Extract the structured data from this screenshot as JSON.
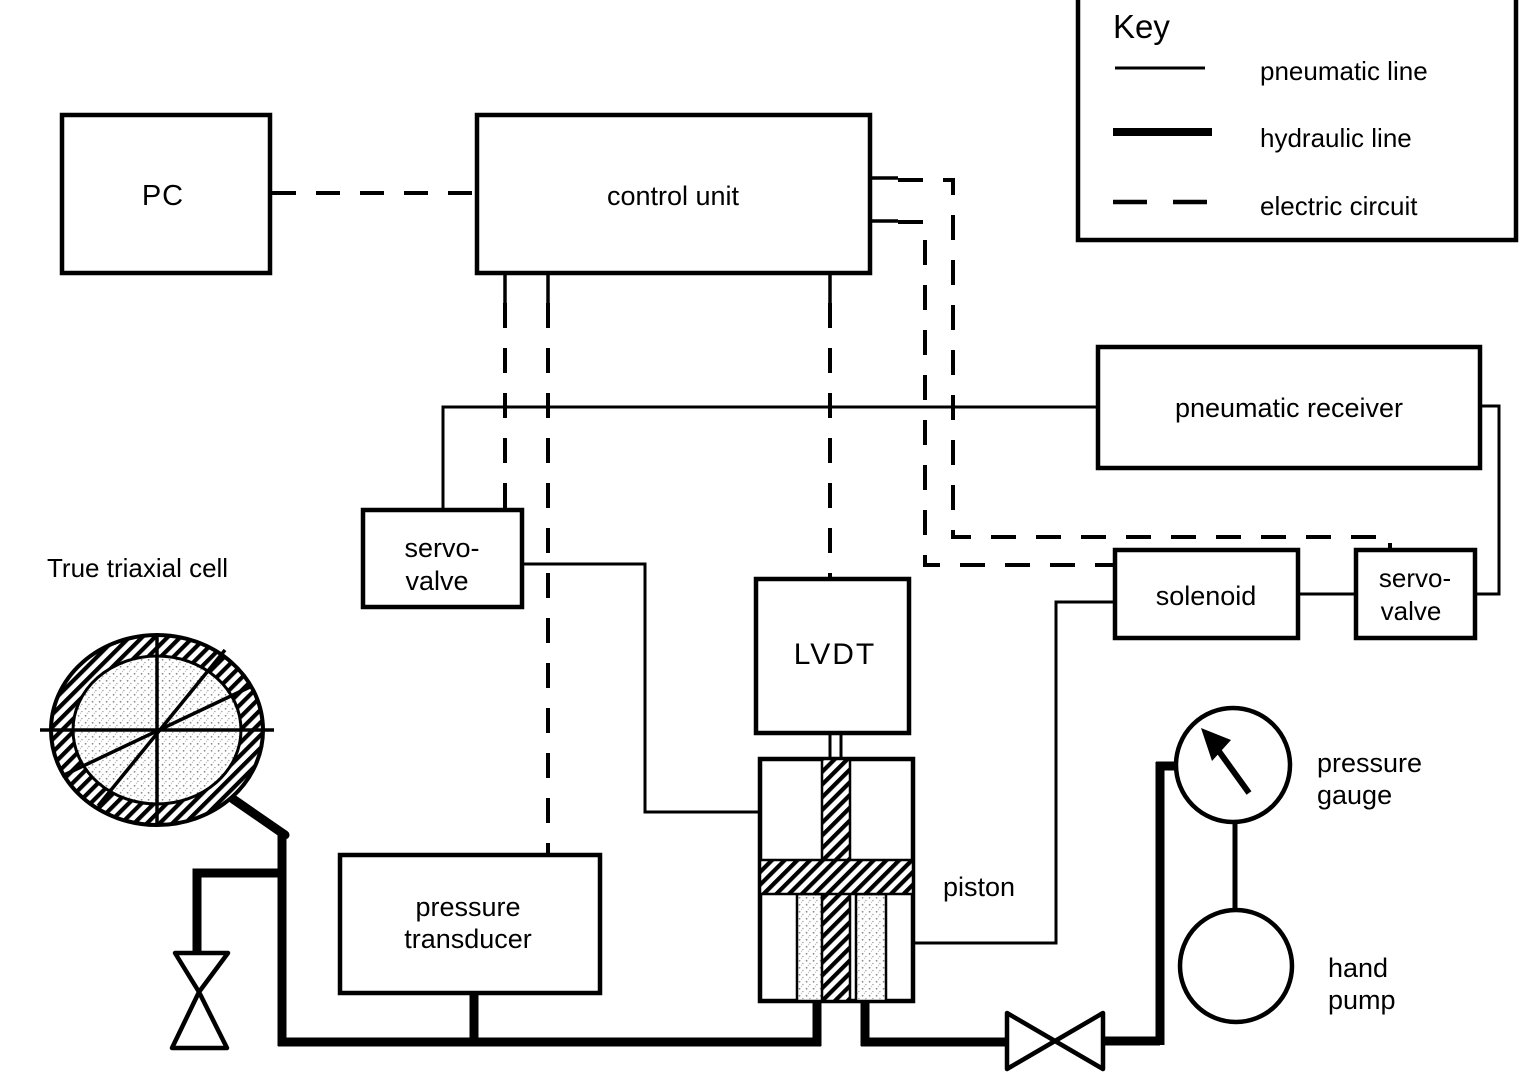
{
  "colors": {
    "ink": "#000000",
    "paper": "#ffffff"
  },
  "nodes": {
    "pc": {
      "label": "PC"
    },
    "control_unit": {
      "label": "control unit"
    },
    "pneumatic_receiver": {
      "label": "pneumatic receiver"
    },
    "servo_valve_left": {
      "label_line1": "servo-",
      "label_line2": "valve"
    },
    "servo_valve_right": {
      "label_line1": "servo-",
      "label_line2": "valve"
    },
    "solenoid": {
      "label": "solenoid"
    },
    "lvdt": {
      "label": "LVDT"
    },
    "pressure_transducer": {
      "label_line1": "pressure",
      "label_line2": "transducer"
    }
  },
  "annotations": {
    "true_triaxial_cell": "True triaxial cell",
    "piston": "piston",
    "pressure_gauge_line1": "pressure",
    "pressure_gauge_line2": "gauge",
    "hand_pump_line1": "hand",
    "hand_pump_line2": "pump"
  },
  "key": {
    "title": "Key",
    "entries": [
      {
        "label": "pneumatic line",
        "line_style": "thin-solid"
      },
      {
        "label": "hydraulic line",
        "line_style": "thick-solid"
      },
      {
        "label": "electric circuit",
        "line_style": "dashed"
      }
    ]
  }
}
